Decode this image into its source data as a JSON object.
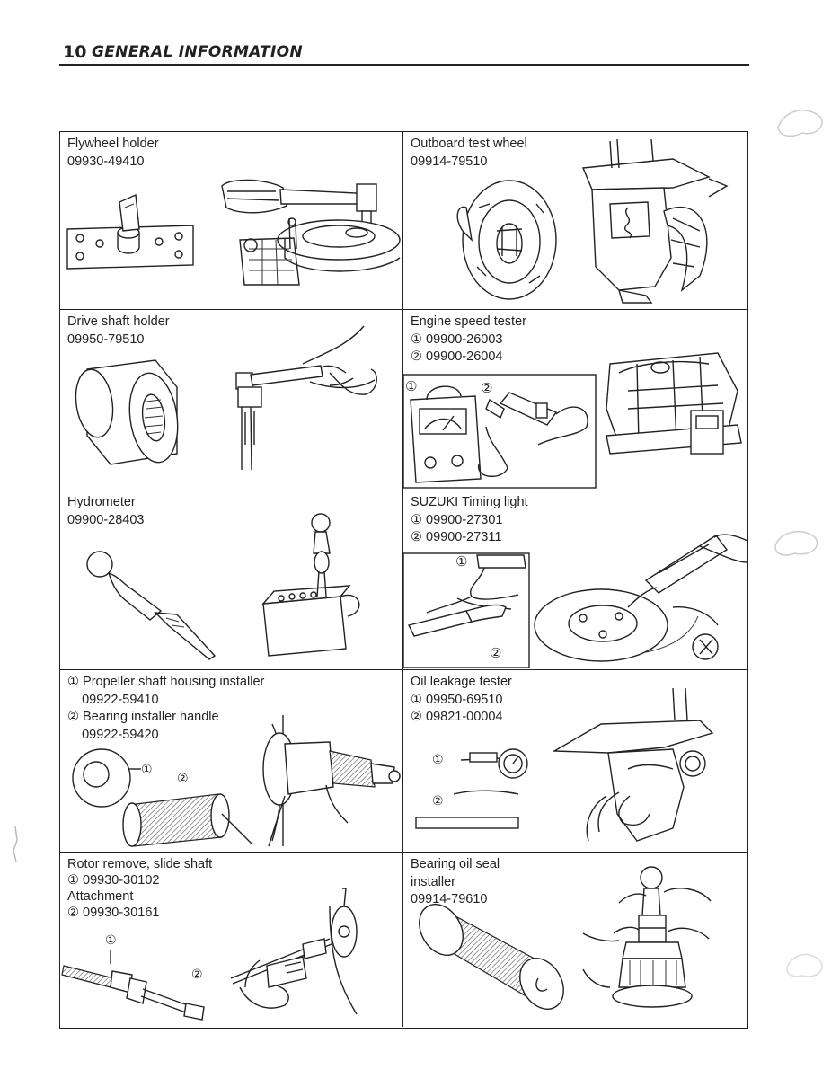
{
  "header": {
    "page_number": "10",
    "section_title": "GENERAL INFORMATION"
  },
  "tools": [
    {
      "lines": [
        "Flywheel holder",
        "09930-49410"
      ],
      "icon": "flywheel-holder-illustration"
    },
    {
      "lines": [
        "Outboard test wheel",
        "09914-79510"
      ],
      "icon": "test-wheel-illustration"
    },
    {
      "lines": [
        "Drive shaft holder",
        "09950-79510"
      ],
      "icon": "drive-shaft-holder-illustration"
    },
    {
      "lines": [
        "Engine speed tester",
        "① 09900-26003",
        "② 09900-26004"
      ],
      "icon": "speed-tester-illustration"
    },
    {
      "lines": [
        "Hydrometer",
        "09900-28403"
      ],
      "icon": "hydrometer-illustration"
    },
    {
      "lines": [
        "SUZUKI Timing light",
        "① 09900-27301",
        "② 09900-27311"
      ],
      "icon": "timing-light-illustration"
    },
    {
      "lines": [
        "① Propeller shaft housing installer",
        "    09922-59410",
        "② Bearing installer handle",
        "    09922-59420"
      ],
      "icon": "housing-installer-illustration"
    },
    {
      "lines": [
        "Oil leakage tester",
        "① 09950-69510",
        "② 09821-00004"
      ],
      "icon": "oil-leakage-tester-illustration"
    },
    {
      "lines": [
        "Rotor remove, slide shaft",
        "① 09930-30102",
        "Attachment",
        "② 09930-30161"
      ],
      "icon": "rotor-remover-illustration"
    },
    {
      "lines": [
        "Bearing oil seal",
        "installer",
        "09914-79610"
      ],
      "icon": "bearing-installer-illustration"
    }
  ],
  "callouts": {
    "one": "①",
    "two": "②"
  }
}
